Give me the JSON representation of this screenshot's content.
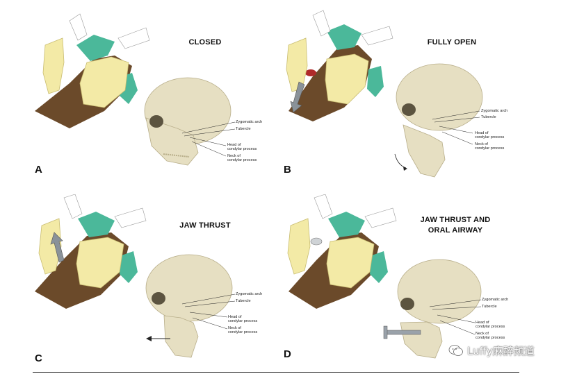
{
  "panels": [
    {
      "letter": "A",
      "title": "CLOSED",
      "labels": {
        "zygomatic": "Zygomatic arch",
        "tubercle": "Tubercle",
        "head": "Head of\ncondylar process",
        "neck": "Neck of\ncondylar process"
      }
    },
    {
      "letter": "B",
      "title": "FULLY OPEN",
      "labels": {
        "zygomatic": "Zygomatic arch",
        "tubercle": "Tubercle",
        "head": "Head of\ncondylar process",
        "neck": "Neck of\ncondylar process"
      }
    },
    {
      "letter": "C",
      "title": "JAW THRUST",
      "labels": {
        "zygomatic": "Zygomatic arch",
        "tubercle": "Tubercle",
        "head": "Head of\ncondylar process",
        "neck": "Neck of\ncondylar process"
      }
    },
    {
      "letter": "D",
      "title": "JAW THRUST AND\nORAL AIRWAY",
      "labels": {
        "zygomatic": "Zygomatic arch",
        "tubercle": "Tubercle",
        "head": "Head of\ncondylar process",
        "neck": "Neck of\ncondylar process"
      }
    }
  ],
  "watermark": {
    "text": "Luffy麻醉频道",
    "icon": "wechat-icon"
  },
  "colors": {
    "skin": "#6b4a2a",
    "glove": "#f3eaa6",
    "cap": "#4bb89a",
    "bone": "#e6dfc2",
    "arrow": "#8a9299"
  }
}
